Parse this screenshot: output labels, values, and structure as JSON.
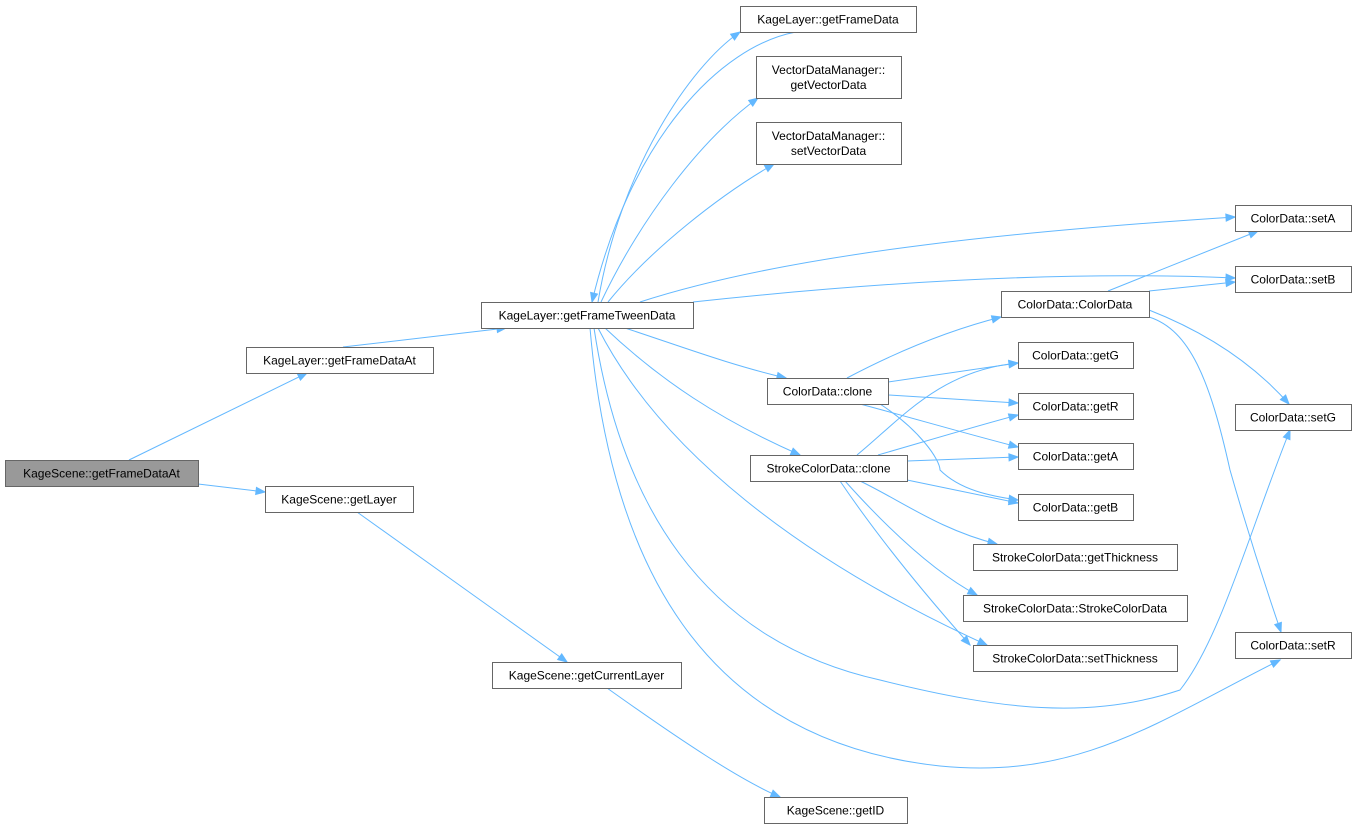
{
  "graph": {
    "root": "n0",
    "nodes": [
      {
        "id": "n0",
        "lines": [
          "KageScene::getFrameDataAt"
        ]
      },
      {
        "id": "n1",
        "lines": [
          "KageLayer::getFrameDataAt"
        ]
      },
      {
        "id": "n2",
        "lines": [
          "KageScene::getLayer"
        ]
      },
      {
        "id": "n3",
        "lines": [
          "KageLayer::getFrameTweenData"
        ]
      },
      {
        "id": "n4",
        "lines": [
          "KageLayer::getFrameData"
        ]
      },
      {
        "id": "n5",
        "lines": [
          "VectorDataManager::",
          "getVectorData"
        ]
      },
      {
        "id": "n6",
        "lines": [
          "VectorDataManager::",
          "setVectorData"
        ]
      },
      {
        "id": "n7",
        "lines": [
          "ColorData::setA"
        ]
      },
      {
        "id": "n8",
        "lines": [
          "ColorData::setB"
        ]
      },
      {
        "id": "n9",
        "lines": [
          "ColorData::ColorData"
        ]
      },
      {
        "id": "n10",
        "lines": [
          "ColorData::getG"
        ]
      },
      {
        "id": "n11",
        "lines": [
          "ColorData::clone"
        ]
      },
      {
        "id": "n12",
        "lines": [
          "ColorData::getR"
        ]
      },
      {
        "id": "n13",
        "lines": [
          "ColorData::setG"
        ]
      },
      {
        "id": "n14",
        "lines": [
          "StrokeColorData::clone"
        ]
      },
      {
        "id": "n15",
        "lines": [
          "ColorData::getA"
        ]
      },
      {
        "id": "n16",
        "lines": [
          "ColorData::getB"
        ]
      },
      {
        "id": "n17",
        "lines": [
          "StrokeColorData::getThickness"
        ]
      },
      {
        "id": "n18",
        "lines": [
          "StrokeColorData::StrokeColorData"
        ]
      },
      {
        "id": "n19",
        "lines": [
          "StrokeColorData::setThickness"
        ]
      },
      {
        "id": "n20",
        "lines": [
          "ColorData::setR"
        ]
      },
      {
        "id": "n21",
        "lines": [
          "KageScene::getCurrentLayer"
        ]
      },
      {
        "id": "n22",
        "lines": [
          "KageScene::getID"
        ]
      }
    ],
    "edges": [
      {
        "from": "n0",
        "to": "n1"
      },
      {
        "from": "n0",
        "to": "n2"
      },
      {
        "from": "n1",
        "to": "n3"
      },
      {
        "from": "n3",
        "to": "n4"
      },
      {
        "from": "n4",
        "to": "n3"
      },
      {
        "from": "n3",
        "to": "n5"
      },
      {
        "from": "n3",
        "to": "n6"
      },
      {
        "from": "n3",
        "to": "n7"
      },
      {
        "from": "n3",
        "to": "n8"
      },
      {
        "from": "n3",
        "to": "n11"
      },
      {
        "from": "n3",
        "to": "n14"
      },
      {
        "from": "n3",
        "to": "n19"
      },
      {
        "from": "n3",
        "to": "n13"
      },
      {
        "from": "n3",
        "to": "n20"
      },
      {
        "from": "n11",
        "to": "n9"
      },
      {
        "from": "n11",
        "to": "n10"
      },
      {
        "from": "n11",
        "to": "n12"
      },
      {
        "from": "n11",
        "to": "n15"
      },
      {
        "from": "n11",
        "to": "n16"
      },
      {
        "from": "n9",
        "to": "n7"
      },
      {
        "from": "n9",
        "to": "n8"
      },
      {
        "from": "n9",
        "to": "n13"
      },
      {
        "from": "n9",
        "to": "n20"
      },
      {
        "from": "n14",
        "to": "n10"
      },
      {
        "from": "n14",
        "to": "n12"
      },
      {
        "from": "n14",
        "to": "n15"
      },
      {
        "from": "n14",
        "to": "n16"
      },
      {
        "from": "n14",
        "to": "n17"
      },
      {
        "from": "n14",
        "to": "n18"
      },
      {
        "from": "n14",
        "to": "n19"
      },
      {
        "from": "n2",
        "to": "n21"
      },
      {
        "from": "n21",
        "to": "n22"
      }
    ]
  },
  "colors": {
    "edge": "#63b8ff",
    "node_border": "#666666",
    "root_fill": "#999999",
    "node_fill": "#ffffff"
  }
}
